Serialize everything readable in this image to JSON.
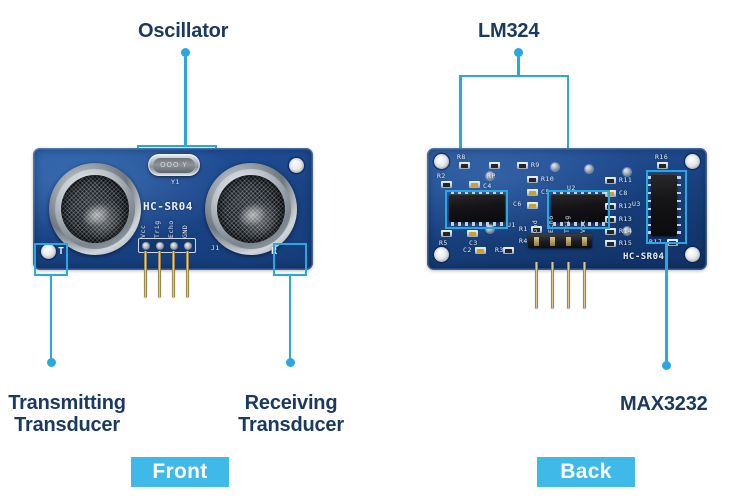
{
  "meta": {
    "subject": "HC-SR04 ultrasonic distance sensor module",
    "accent_cyan": "#29a8e0",
    "badge_cyan": "#3fb9e8",
    "label_navy": "#1b3a62",
    "pcb_blue": "#1c4688",
    "background": "#ffffff"
  },
  "callouts": {
    "oscillator": {
      "label": "Oscillator"
    },
    "transmitting": {
      "label": "Transmitting\nTransducer"
    },
    "receiving": {
      "label": "Receiving\nTransducer"
    },
    "lm324": {
      "label": "LM324"
    },
    "max3232": {
      "label": "MAX3232"
    }
  },
  "badges": {
    "front": {
      "label": "Front"
    },
    "back": {
      "label": "Back"
    }
  },
  "front_board": {
    "part_number": "HC-SR04",
    "transmitter_marker": "T",
    "receiver_marker": "R",
    "header_ref": "J1",
    "crystal_ref": "Y1",
    "crystal_text": "OOO Y",
    "pins": [
      "Vcc",
      "Trig",
      "Echo",
      "GND"
    ]
  },
  "back_board": {
    "part_number": "HC-SR04",
    "pins": [
      "Gnd",
      "Echo",
      "Trig",
      "Vcc"
    ],
    "ics": [
      {
        "ref": "U1",
        "part": "LM324"
      },
      {
        "ref": "U2",
        "part": "LM324"
      },
      {
        "ref": "U3",
        "part": "MAX3232"
      }
    ],
    "designators": [
      "R2",
      "R8",
      "RP",
      "R9",
      "R10",
      "C4",
      "C5",
      "C6",
      "R5",
      "C3",
      "C2",
      "R3",
      "R1",
      "R4",
      "R11",
      "C8",
      "R12",
      "R13",
      "R14",
      "R15",
      "R16",
      "R17"
    ]
  }
}
